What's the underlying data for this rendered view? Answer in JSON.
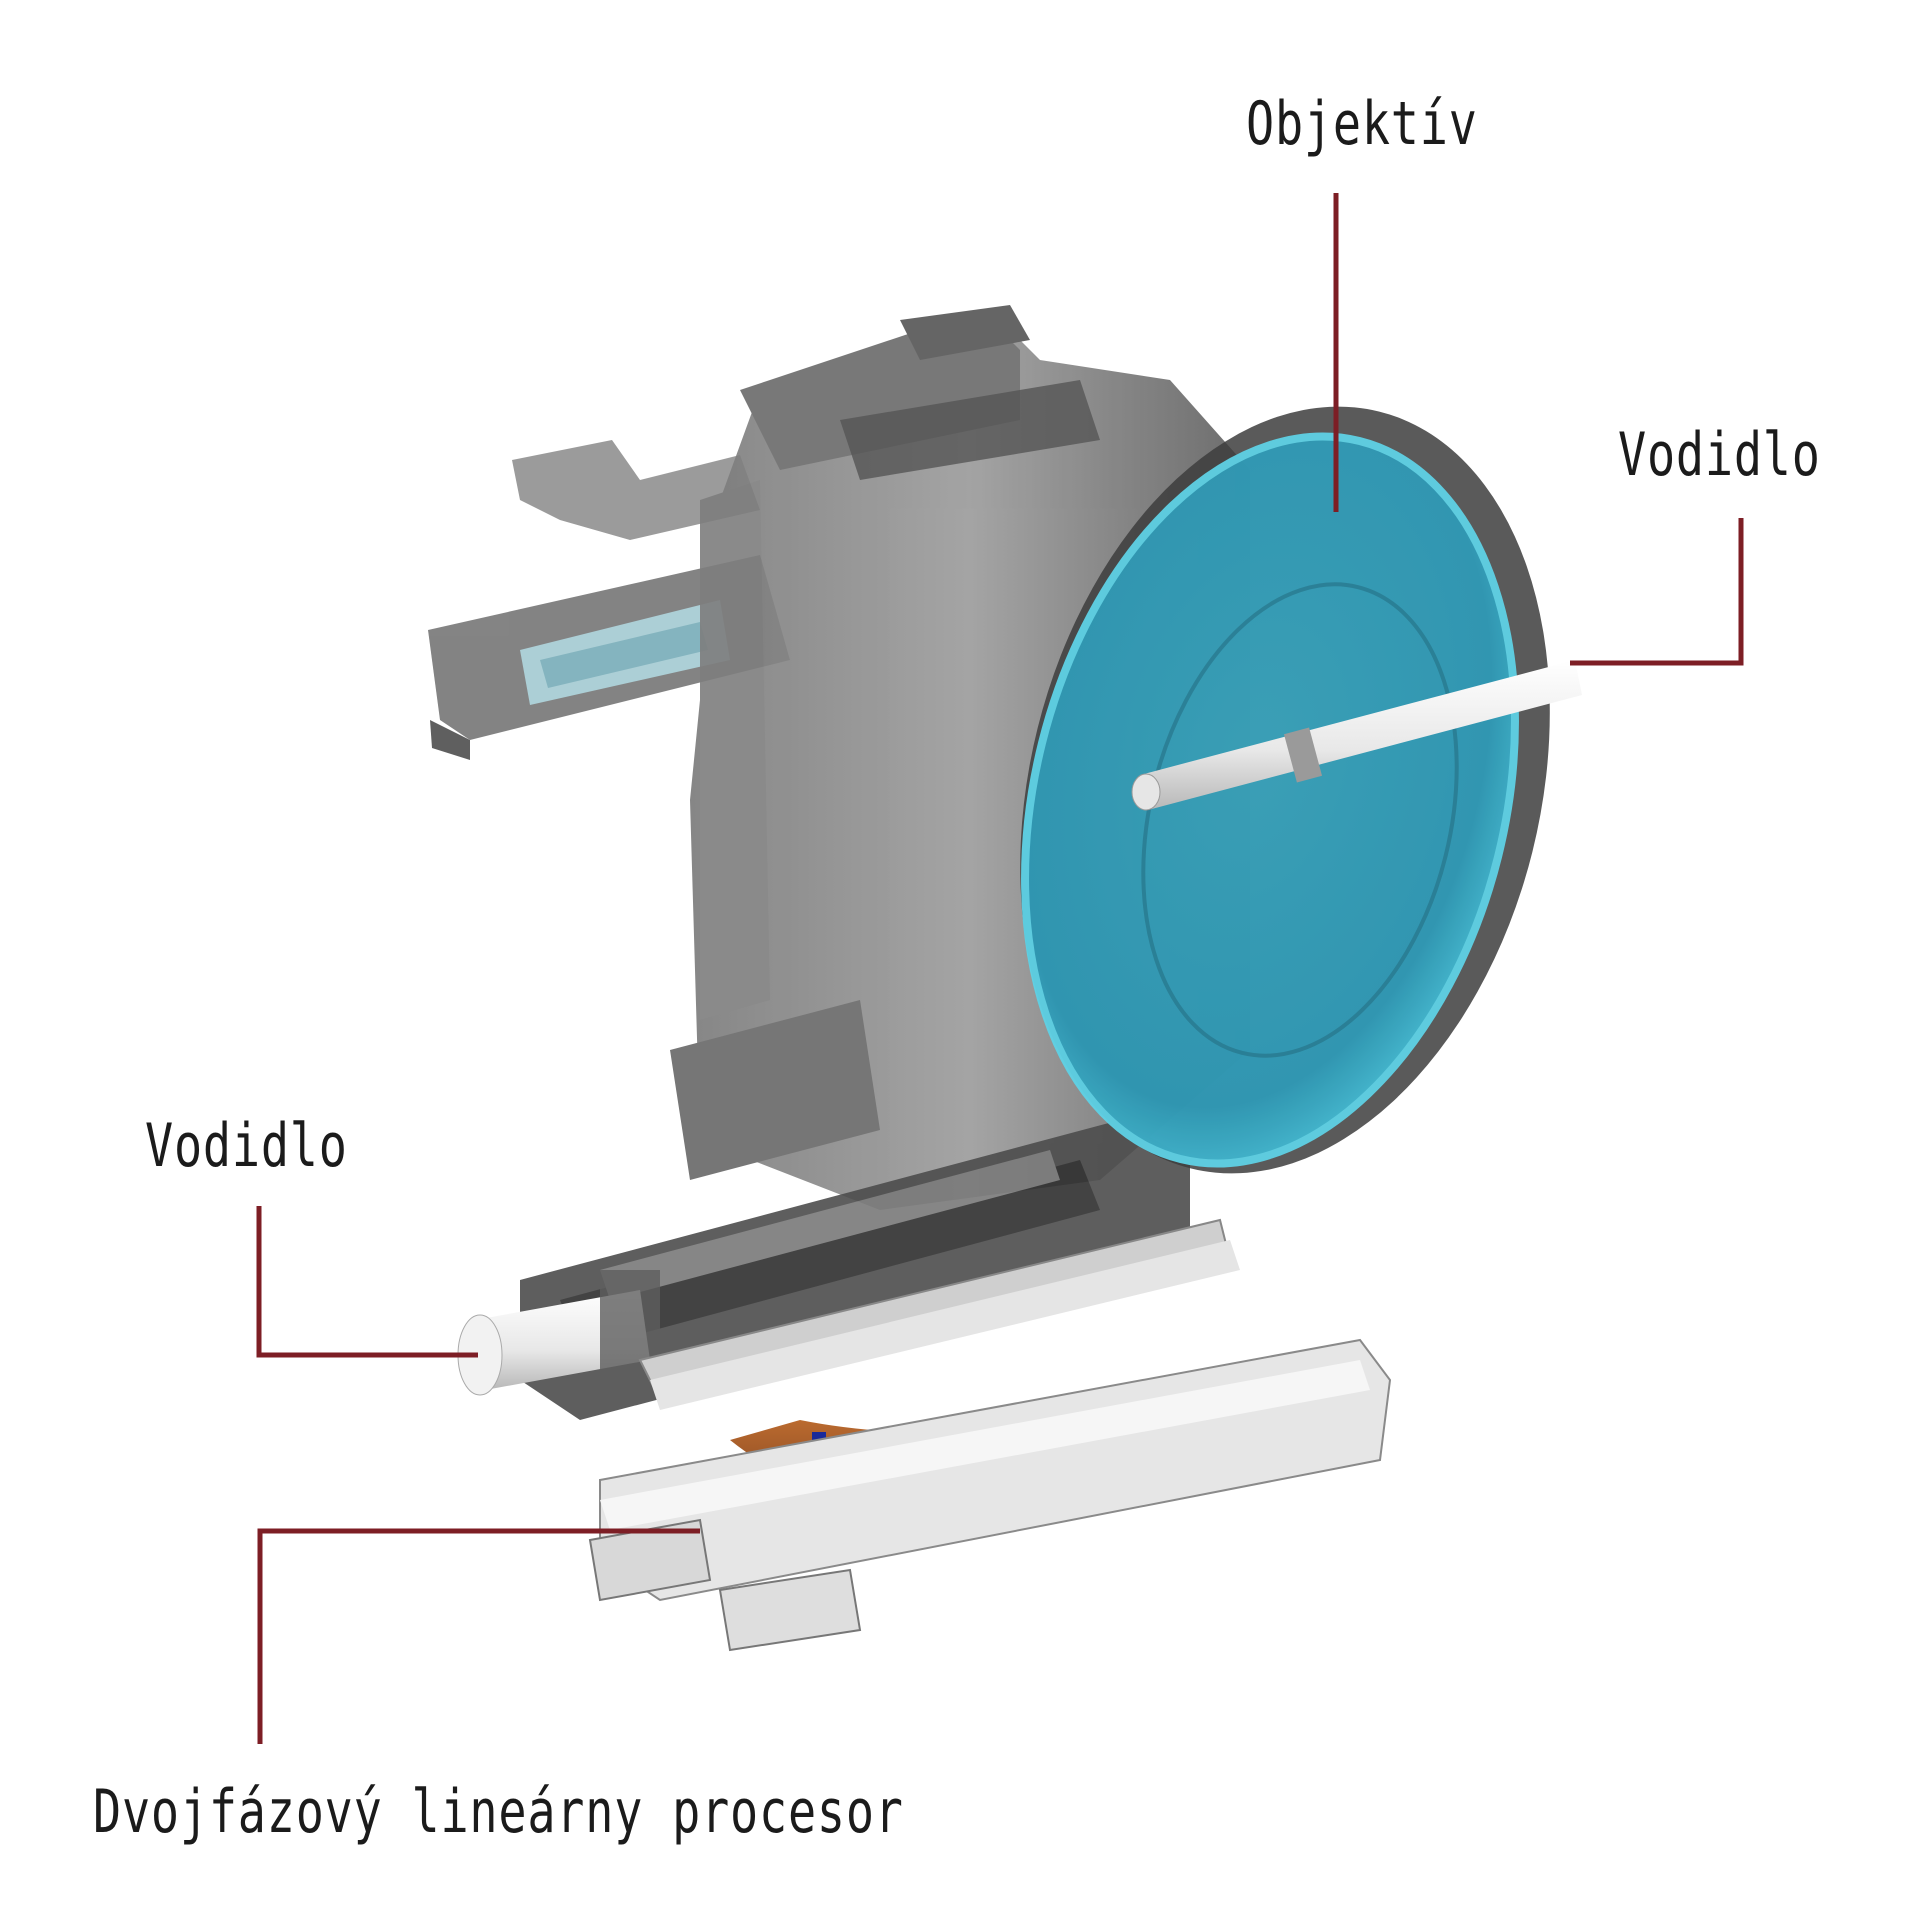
{
  "labels": {
    "objektiv": "Objektív",
    "vodidlo_right": "Vodidlo",
    "vodidlo_left": "Vodidlo",
    "processor": "Dvojfázový lineárny procesor"
  },
  "colors": {
    "leader_line": "#7d1e25",
    "lens": "#3fb6d0",
    "housing": "#5a5a5a",
    "coil": "#a04a10"
  }
}
